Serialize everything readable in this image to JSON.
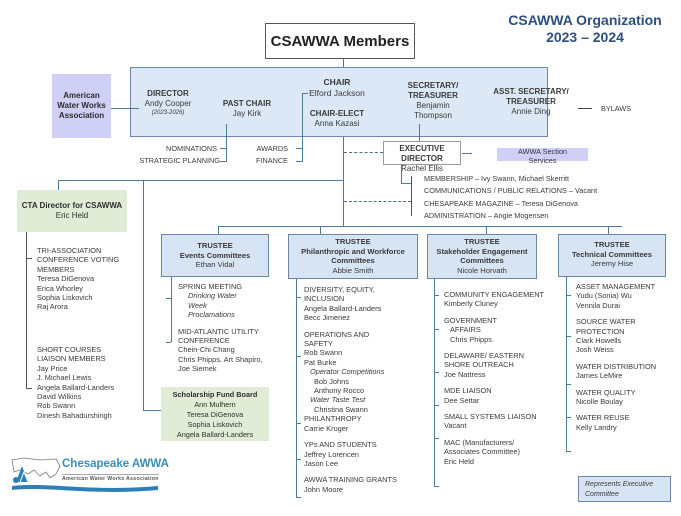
{
  "title": {
    "line1": "CSAWWA Organization",
    "line2": "2023 – 2024"
  },
  "members_box": "CSAWWA Members",
  "awwa_box": [
    "American",
    "Water Works",
    "Association"
  ],
  "executive": {
    "director": {
      "role": "DIRECTOR",
      "name": "Andy Cooper",
      "term": "(2023-2026)"
    },
    "past_chair": {
      "role": "PAST CHAIR",
      "name": "Jay Kirk"
    },
    "chair": {
      "role": "CHAIR",
      "name": "Elford Jackson"
    },
    "chair_elect": {
      "role": "CHAIR-ELECT",
      "name": "Anna Kazasi"
    },
    "secretary": {
      "role1": "SECRETARY/",
      "role2": "TREASURER",
      "name1": "Benjamin",
      "name2": "Thompson"
    },
    "asst_secretary": {
      "role1": "ASST. SECRETARY/",
      "role2": "TREASURER",
      "name": "Annie Ding"
    }
  },
  "side_committees": {
    "past_chair": [
      "NOMINATIONS",
      "STRATEGIC PLANNING"
    ],
    "chair": [
      "AWARDS",
      "FINANCE"
    ],
    "asst_secretary": [
      "BYLAWS"
    ]
  },
  "executive_director": {
    "role": "EXECUTIVE DIRECTOR",
    "name": "Rachel Ellis"
  },
  "awwa_section_services": [
    "AWWA Section",
    "Services"
  ],
  "exec_director_items": [
    "MEMBERSHIP – Ivy Swann, Michael Skerritt",
    "COMMUNICATIONS / PUBLIC RELATIONS – Vacant",
    "CHESAPEAKE MAGAZINE – Teresa DiGenova",
    "ADMINISTRATION – Angie Mogensen"
  ],
  "cta": {
    "title": "CTA Director for CSAWWA",
    "name": "Eric Held",
    "groups": [
      {
        "heading": [
          "TRI-ASSOCIATION",
          "CONFERENCE VOTING",
          "MEMBERS"
        ],
        "members": [
          "Teresa DiGenova",
          "Erica Whorley",
          "Sophia Liskovich",
          "Raj Arora"
        ]
      },
      {
        "heading": [
          "SHORT COURSES",
          "LIAISON MEMBERS"
        ],
        "members": [
          "Jay Price",
          "J. Michael Lewis",
          "Angela Ballard-Landers",
          "David Wilkins",
          "Rob Swann",
          "Dinesh Bahadurshingh"
        ]
      }
    ]
  },
  "scholarship": {
    "title": "Scholarship Fund Board",
    "members": [
      "Ann Mulhern",
      "Teresa DiGenova",
      "Sophia Liskovich",
      "Angela Ballard-Landers"
    ]
  },
  "trustees": [
    {
      "label": "TRUSTEE",
      "committee": [
        "Events Committees"
      ],
      "name": "Ethan Vidal",
      "items": [
        {
          "lines": [
            {
              "t": "SPRING MEETING",
              "s": "n"
            },
            {
              "t": "Drinking Water",
              "s": "i"
            },
            {
              "t": "Week",
              "s": "i"
            },
            {
              "t": "Proclamations",
              "s": "i"
            }
          ]
        },
        {
          "lines": [
            {
              "t": "MID-ATLANTIC UTILITY",
              "s": "n"
            },
            {
              "t": "CONFERENCE",
              "s": "n"
            },
            {
              "t": "Chein-Chi Chang",
              "s": "n"
            },
            {
              "t": "Chris Phipps, Art Shapiro,",
              "s": "n"
            },
            {
              "t": "Joe Siemek",
              "s": "n"
            }
          ]
        }
      ]
    },
    {
      "label": "TRUSTEE",
      "committee": [
        "Philanthropic and Workforce",
        "Committees"
      ],
      "name": "Abbie Smith",
      "items": [
        {
          "lines": [
            {
              "t": "DIVERSITY, EQUITY,",
              "s": "n"
            },
            {
              "t": "INCLUSION",
              "s": "n"
            },
            {
              "t": "Angela Ballard-Landers",
              "s": "n"
            },
            {
              "t": "Becc Jimenez",
              "s": "n"
            }
          ]
        },
        {
          "lines": [
            {
              "t": "OPERATIONS AND",
              "s": "n"
            },
            {
              "t": "SAFETY",
              "s": "n"
            },
            {
              "t": "Rob Swann",
              "s": "n"
            },
            {
              "t": "Pat Burke",
              "s": "n"
            },
            {
              "t": "Operator Competitions",
              "s": "i"
            },
            {
              "t": "Bob Johns",
              "s": "ii"
            },
            {
              "t": "Anthony Rocco",
              "s": "ii"
            },
            {
              "t": "Water Taste Test",
              "s": "i"
            },
            {
              "t": "Christina Swann",
              "s": "ii"
            },
            {
              "t": "PHILANTHROPY",
              "s": "n"
            },
            {
              "t": "Carrie Kruger",
              "s": "n"
            }
          ]
        },
        {
          "lines": [
            {
              "t": "YPs AND STUDENTS",
              "s": "n"
            },
            {
              "t": "Jeffrey Lorencen",
              "s": "n"
            },
            {
              "t": "Jason Lee",
              "s": "n"
            }
          ]
        },
        {
          "lines": [
            {
              "t": "AWWA TRAINING GRANTS",
              "s": "n"
            },
            {
              "t": "John Moore",
              "s": "n"
            }
          ]
        }
      ]
    },
    {
      "label": "TRUSTEE",
      "committee": [
        "Stakeholder Engagement",
        "Committees"
      ],
      "name": "Nicole Horvath",
      "items": [
        {
          "lines": [
            {
              "t": "COMMUNITY ENGAGEMENT",
              "s": "n"
            },
            {
              "t": "Kimberly Cluney",
              "s": "n"
            }
          ]
        },
        {
          "lines": [
            {
              "t": "GOVERNMENT",
              "s": "n"
            },
            {
              "t": "AFFAIRS",
              "s": "n"
            },
            {
              "t": "Chris Phipps",
              "s": "n"
            }
          ]
        },
        {
          "lines": [
            {
              "t": "DELAWARE/ EASTERN",
              "s": "n"
            },
            {
              "t": "SHORE OUTREACH",
              "s": "n"
            },
            {
              "t": "Joe Nattress",
              "s": "n"
            }
          ]
        },
        {
          "lines": [
            {
              "t": "MDE LIAISON",
              "s": "n"
            },
            {
              "t": "Dee Settar",
              "s": "n"
            }
          ]
        },
        {
          "lines": [
            {
              "t": "SMALL SYSTEMS LIAISON",
              "s": "n"
            },
            {
              "t": "Vacant",
              "s": "n"
            }
          ]
        },
        {
          "lines": [
            {
              "t": "MAC (Manufacturers/",
              "s": "n"
            },
            {
              "t": "Associates Committee)",
              "s": "n"
            },
            {
              "t": "Eric Held",
              "s": "n"
            }
          ]
        }
      ]
    },
    {
      "label": "TRUSTEE",
      "committee": [
        "Technical Committees"
      ],
      "name": "Jeremy Hise",
      "items": [
        {
          "lines": [
            {
              "t": "ASSET MANAGEMENT",
              "s": "n"
            },
            {
              "t": "Yudu (Sonia) Wu",
              "s": "n"
            },
            {
              "t": "Vennila  Durai",
              "s": "n"
            }
          ]
        },
        {
          "lines": [
            {
              "t": "SOURCE WATER",
              "s": "n"
            },
            {
              "t": "PROTECTION",
              "s": "n"
            },
            {
              "t": "Clark Howells",
              "s": "n"
            },
            {
              "t": "Josh Weiss",
              "s": "n"
            }
          ]
        },
        {
          "lines": [
            {
              "t": "WATER DISTRIBUTION",
              "s": "n"
            },
            {
              "t": "James LeMire",
              "s": "n"
            }
          ]
        },
        {
          "lines": [
            {
              "t": "WATER QUALITY",
              "s": "n"
            },
            {
              "t": "Nicolle Boulay",
              "s": "n"
            }
          ]
        },
        {
          "lines": [
            {
              "t": "WATER REUSE",
              "s": "n"
            },
            {
              "t": "Kelly Landry",
              "s": "n"
            }
          ]
        }
      ]
    }
  ],
  "legend": [
    "Represents Executive",
    "Committee"
  ],
  "logo": {
    "name": "Chesapeake AWWA",
    "tagline": "American Water Works Association"
  },
  "colors": {
    "title": "#2e4f7e",
    "exec_band": "#dce8f5",
    "trustee_box": "#d6e4f3",
    "purple_box": "#cfcff7",
    "green_box": "#e1ecd6",
    "line": "#4e7a95"
  }
}
